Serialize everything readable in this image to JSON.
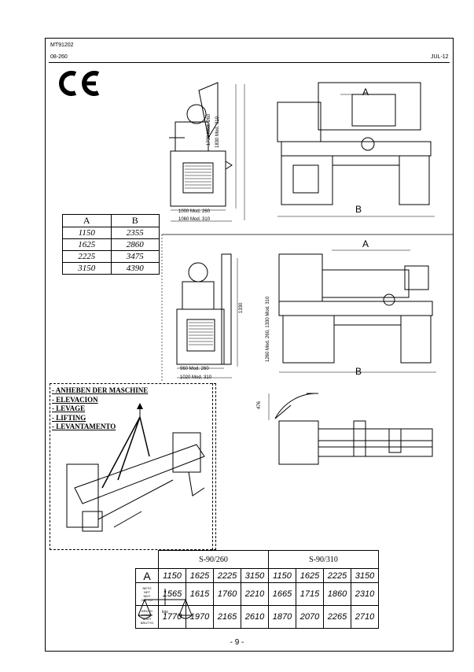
{
  "header": {
    "doc_code": "MT91202",
    "sub_code": "08-260",
    "date": "JUL-12"
  },
  "ce_mark": "CE",
  "dimensions_table": {
    "headers": [
      "A",
      "B"
    ],
    "rows": [
      [
        "1150",
        "2355"
      ],
      [
        "1625",
        "2860"
      ],
      [
        "2225",
        "3475"
      ],
      [
        "3150",
        "4390"
      ]
    ]
  },
  "drawing1": {
    "width_labels": [
      "1000 Mod. 260",
      "1060 Mod. 310"
    ],
    "height_labels": [
      "1730 Mod. 260",
      "1830 Mod. 310"
    ],
    "dim_a": "A",
    "dim_b": "B"
  },
  "drawing2": {
    "width_labels": [
      "960 Mod. 260",
      "1020 Mod. 310"
    ],
    "height_label": "1330",
    "front_height_label": "1260 Mod. 260, 1330 Mod. 310",
    "dim_a": "A",
    "dim_b": "B"
  },
  "drawing3": {
    "height_label": "476"
  },
  "lifting": {
    "labels": [
      "- ANHEBEN DER MASCHINE",
      "- ELEVACION",
      "- LEVAGE",
      "- LIFTING",
      "- LEVANTAMENTO"
    ]
  },
  "weights": {
    "models": [
      "S-90/260",
      "S-90/310"
    ],
    "a_label": "A",
    "a_values": [
      "1150",
      "1625",
      "2225",
      "3150",
      "1150",
      "1625",
      "2225",
      "3150"
    ],
    "net_labels": [
      "NETO",
      "NET",
      "NEIT",
      "NETTO"
    ],
    "net_values": [
      "1565",
      "1615",
      "1760",
      "2210",
      "1665",
      "1715",
      "1860",
      "2310"
    ],
    "gross_labels": [
      "BRUTO",
      "GROSS",
      "BRUT",
      "BRUTTO"
    ],
    "gross_values": [
      "1770",
      "1970",
      "2165",
      "2610",
      "1870",
      "2070",
      "2265",
      "2710"
    ],
    "scale_label": "kgs"
  },
  "footer": {
    "page": "- 9 -"
  }
}
